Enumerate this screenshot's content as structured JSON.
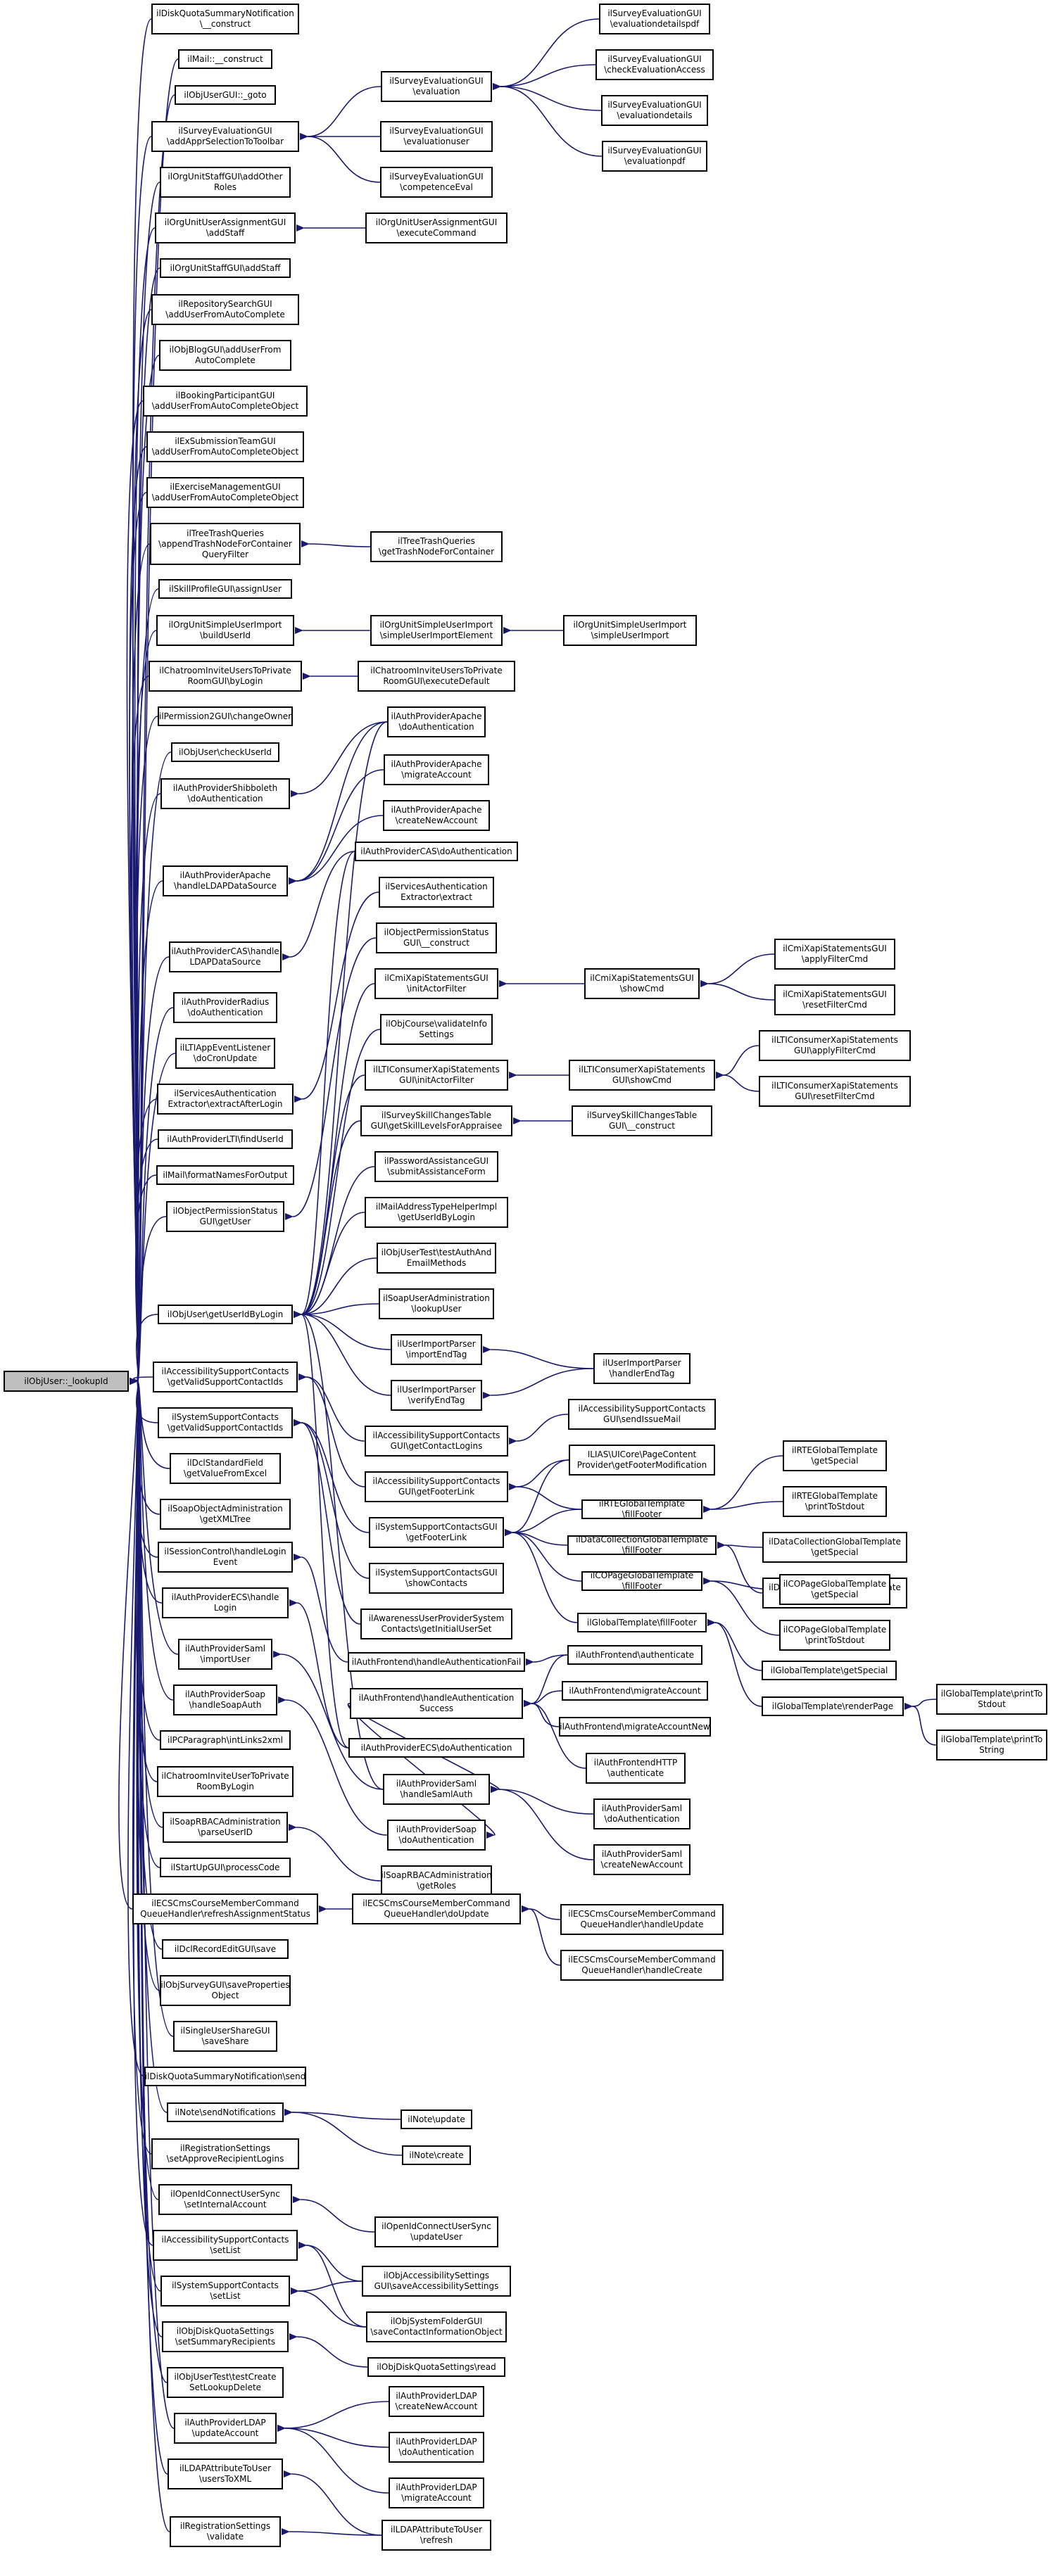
{
  "nodes": {
    "root": [
      "ilObjUser::_lookupId"
    ],
    "n1": [
      "ilDiskQuotaSummaryNotification",
      "\\__construct"
    ],
    "n2": [
      "ilMail::__construct"
    ],
    "n3": [
      "ilObjUserGUI::_goto"
    ],
    "n4": [
      "ilSurveyEvaluationGUI",
      "\\addApprSelectionToToolbar"
    ],
    "n5": [
      "ilOrgUnitStaffGUI\\addOther",
      "Roles"
    ],
    "n6": [
      "ilOrgUnitUserAssignmentGUI",
      "\\addStaff"
    ],
    "n7": [
      "ilOrgUnitStaffGUI\\addStaff"
    ],
    "n8": [
      "ilRepositorySearchGUI",
      "\\addUserFromAutoComplete"
    ],
    "n9": [
      "ilObjBlogGUI\\addUserFrom",
      "AutoComplete"
    ],
    "n10": [
      "ilBookingParticipantGUI",
      "\\addUserFromAutoCompleteObject"
    ],
    "n11": [
      "ilExSubmissionTeamGUI",
      "\\addUserFromAutoCompleteObject"
    ],
    "n12": [
      "ilExerciseManagementGUI",
      "\\addUserFromAutoCompleteObject"
    ],
    "n13": [
      "ilTreeTrashQueries",
      "\\appendTrashNodeForContainer",
      "QueryFilter"
    ],
    "n14": [
      "ilSkillProfileGUI\\assignUser"
    ],
    "n15": [
      "ilOrgUnitSimpleUserImport",
      "\\buildUserId"
    ],
    "n16": [
      "ilChatroomInviteUsersToPrivate",
      "RoomGUI\\byLogin"
    ],
    "n17": [
      "ilPermission2GUI\\changeOwner"
    ],
    "n18": [
      "ilObjUser\\checkUserId"
    ],
    "n19": [
      "ilAuthProviderShibboleth",
      "\\doAuthentication"
    ],
    "n20": [
      "ilAuthProviderApache",
      "\\handleLDAPDataSource"
    ],
    "n21": [
      "ilAuthProviderCAS\\handle",
      "LDAPDataSource"
    ],
    "n22": [
      "ilAuthProviderRadius",
      "\\doAuthentication"
    ],
    "n23": [
      "ilLTIAppEventListener",
      "\\doCronUpdate"
    ],
    "n24": [
      "ilServicesAuthentication",
      "Extractor\\extractAfterLogin"
    ],
    "n25": [
      "ilAuthProviderLTI\\findUserId"
    ],
    "n26": [
      "ilMail\\formatNamesForOutput"
    ],
    "n27": [
      "ilObjectPermissionStatus",
      "GUI\\getUser"
    ],
    "n28": [
      "ilObjUser\\getUserIdByLogin"
    ],
    "n29": [
      "ilAccessibilitySupportContacts",
      "\\getValidSupportContactIds"
    ],
    "n30": [
      "ilSystemSupportContacts",
      "\\getValidSupportContactIds"
    ],
    "n31": [
      "ilDclStandardField",
      "\\getValueFromExcel"
    ],
    "n32": [
      "ilSoapObjectAdministration",
      "\\getXMLTree"
    ],
    "n33": [
      "ilSessionControl\\handleLogin",
      "Event"
    ],
    "n34": [
      "ilAuthProviderECS\\handle",
      "Login"
    ],
    "n35": [
      "ilAuthProviderSaml",
      "\\importUser"
    ],
    "n36": [
      "ilAuthProviderSoap",
      "\\handleSoapAuth"
    ],
    "n37": [
      "ilPCParagraph\\intLinks2xml"
    ],
    "n38": [
      "ilChatroomInviteUserToPrivate",
      "RoomByLogin"
    ],
    "n39": [
      "ilSoapRBACAdministration",
      "\\parseUserID"
    ],
    "n40": [
      "ilStartUpGUI\\processCode"
    ],
    "n41": [
      "ilECSCmsCourseMemberCommand",
      "QueueHandler\\refreshAssignmentStatus"
    ],
    "n42": [
      "ilDclRecordEditGUI\\save"
    ],
    "n43": [
      "ilObjSurveyGUI\\saveProperties",
      "Object"
    ],
    "n44": [
      "ilSingleUserShareGUI",
      "\\saveShare"
    ],
    "n45": [
      "ilDiskQuotaSummaryNotification\\send"
    ],
    "n46": [
      "ilNote\\sendNotifications"
    ],
    "n47": [
      "ilRegistrationSettings",
      "\\setApproveRecipientLogins"
    ],
    "n48": [
      "ilOpenIdConnectUserSync",
      "\\setInternalAccount"
    ],
    "n49": [
      "ilAccessibilitySupportContacts",
      "\\setList"
    ],
    "n50": [
      "ilSystemSupportContacts",
      "\\setList"
    ],
    "n51": [
      "ilObjDiskQuotaSettings",
      "\\setSummaryRecipients"
    ],
    "n52": [
      "ilObjUserTest\\testCreate",
      "SetLookupDelete"
    ],
    "n53": [
      "ilAuthProviderLDAP",
      "\\updateAccount"
    ],
    "n54": [
      "ilLDAPAttributeToUser",
      "\\usersToXML"
    ],
    "n55": [
      "ilRegistrationSettings",
      "\\validate"
    ],
    "m1": [
      "ilSurveyEvaluationGUI",
      "\\evaluation"
    ],
    "m2": [
      "ilSurveyEvaluationGUI",
      "\\evaluationuser"
    ],
    "m3": [
      "ilSurveyEvaluationGUI",
      "\\competenceEval"
    ],
    "m4": [
      "ilOrgUnitUserAssignmentGUI",
      "\\executeCommand"
    ],
    "m5": [
      "ilTreeTrashQueries",
      "\\getTrashNodeForContainer"
    ],
    "m6": [
      "ilOrgUnitSimpleUserImport",
      "\\simpleUserImportElement"
    ],
    "m7": [
      "ilChatroomInviteUsersToPrivate",
      "RoomGUI\\executeDefault"
    ],
    "m8": [
      "ilAuthProviderApache",
      "\\doAuthentication"
    ],
    "m9": [
      "ilAuthProviderApache",
      "\\migrateAccount"
    ],
    "m10": [
      "ilAuthProviderApache",
      "\\createNewAccount"
    ],
    "m11": [
      "ilAuthProviderCAS\\doAuthentication"
    ],
    "m12": [
      "ilServicesAuthentication",
      "Extractor\\extract"
    ],
    "m13": [
      "ilObjectPermissionStatus",
      "GUI\\__construct"
    ],
    "m14": [
      "ilCmiXapiStatementsGUI",
      "\\initActorFilter"
    ],
    "m15": [
      "ilObjCourse\\validateInfo",
      "Settings"
    ],
    "m16": [
      "ilLTIConsumerXapiStatements",
      "GUI\\initActorFilter"
    ],
    "m17": [
      "ilSurveySkillChangesTable",
      "GUI\\getSkillLevelsForAppraisee"
    ],
    "m18": [
      "ilPasswordAssistanceGUI",
      "\\submitAssistanceForm"
    ],
    "m19": [
      "ilMailAddressTypeHelperImpl",
      "\\getUserIdByLogin"
    ],
    "m20": [
      "ilObjUserTest\\testAuthAnd",
      "EmailMethods"
    ],
    "m21": [
      "ilSoapUserAdministration",
      "\\lookupUser"
    ],
    "m22": [
      "ilUserImportParser",
      "\\importEndTag"
    ],
    "m23": [
      "ilUserImportParser",
      "\\verifyEndTag"
    ],
    "m24": [
      "ilAccessibilitySupportContacts",
      "GUI\\getContactLogins"
    ],
    "m25": [
      "ilAccessibilitySupportContacts",
      "GUI\\getFooterLink"
    ],
    "m26": [
      "ilSystemSupportContactsGUI",
      "\\getFooterLink"
    ],
    "m27": [
      "ilSystemSupportContactsGUI",
      "\\showContacts"
    ],
    "m28": [
      "ilAwarenessUserProviderSystem",
      "Contacts\\getInitialUserSet"
    ],
    "m29": [
      "ilAuthFrontend\\handleAuthenticationFail"
    ],
    "m30": [
      "ilAuthFrontend\\handleAuthentication",
      "Success"
    ],
    "m31": [
      "ilAuthProviderECS\\doAuthentication"
    ],
    "m32": [
      "ilAuthProviderSaml",
      "\\handleSamlAuth"
    ],
    "m33": [
      "ilAuthProviderSoap",
      "\\doAuthentication"
    ],
    "m34": [
      "ilSoapRBACAdministration",
      "\\getRoles"
    ],
    "m35": [
      "ilECSCmsCourseMemberCommand",
      "QueueHandler\\doUpdate"
    ],
    "m36": [
      "ilNote\\update"
    ],
    "m37": [
      "ilNote\\create"
    ],
    "m38": [
      "ilOpenIdConnectUserSync",
      "\\updateUser"
    ],
    "m39": [
      "ilObjAccessibilitySettings",
      "GUI\\saveAccessibilitySettings"
    ],
    "m40": [
      "ilObjSystemFolderGUI",
      "\\saveContactInformationObject"
    ],
    "m41": [
      "ilObjDiskQuotaSettings\\read"
    ],
    "m42": [
      "ilAuthProviderLDAP",
      "\\createNewAccount"
    ],
    "m43": [
      "ilAuthProviderLDAP",
      "\\doAuthentication"
    ],
    "m44": [
      "ilAuthProviderLDAP",
      "\\migrateAccount"
    ],
    "m45": [
      "ilLDAPAttributeToUser",
      "\\refresh"
    ],
    "r1": [
      "ilSurveyEvaluationGUI",
      "\\evaluationdetailspdf"
    ],
    "r2": [
      "ilSurveyEvaluationGUI",
      "\\checkEvaluationAccess"
    ],
    "r3": [
      "ilSurveyEvaluationGUI",
      "\\evaluationdetails"
    ],
    "r4": [
      "ilSurveyEvaluationGUI",
      "\\evaluationpdf"
    ],
    "r5": [
      "ilOrgUnitSimpleUserImport",
      "\\simpleUserImport"
    ],
    "r6": [
      "ilCmiXapiStatementsGUI",
      "\\showCmd"
    ],
    "r7": [
      "ilLTIConsumerXapiStatements",
      "GUI\\showCmd"
    ],
    "r8": [
      "ilSurveySkillChangesTable",
      "GUI\\__construct"
    ],
    "r9": [
      "ilUserImportParser",
      "\\handlerEndTag"
    ],
    "r10": [
      "ilAccessibilitySupportContacts",
      "GUI\\sendIssueMail"
    ],
    "r11": [
      "ILIAS\\UICore\\PageContent",
      "Provider\\getFooterModification"
    ],
    "r12": [
      "ilRTEGlobalTemplate",
      "\\fillFooter"
    ],
    "r13": [
      "ilDataCollectionGlobalTemplate",
      "\\fillFooter"
    ],
    "r14": [
      "ilCOPageGlobalTemplate",
      "\\fillFooter"
    ],
    "r15": [
      "ilGlobalTemplate\\fillFooter"
    ],
    "r16": [
      "ilAuthFrontend\\authenticate"
    ],
    "r17": [
      "ilAuthFrontend\\migrateAccount"
    ],
    "r18": [
      "ilAuthFrontend\\migrateAccountNew"
    ],
    "r19": [
      "ilAuthFrontendHTTP",
      "\\authenticate"
    ],
    "r20": [
      "ilAuthProviderSaml",
      "\\doAuthentication"
    ],
    "r21": [
      "ilAuthProviderSaml",
      "\\createNewAccount"
    ],
    "r22": [
      "ilECSCmsCourseMemberCommand",
      "QueueHandler\\handleUpdate"
    ],
    "r23": [
      "ilECSCmsCourseMemberCommand",
      "QueueHandler\\handleCreate"
    ],
    "s1": [
      "ilCmiXapiStatementsGUI",
      "\\applyFilterCmd"
    ],
    "s2": [
      "ilCmiXapiStatementsGUI",
      "\\resetFilterCmd"
    ],
    "s3": [
      "ilLTIConsumerXapiStatements",
      "GUI\\applyFilterCmd"
    ],
    "s4": [
      "ilLTIConsumerXapiStatements",
      "GUI\\resetFilterCmd"
    ],
    "s5": [
      "ilRTEGlobalTemplate",
      "\\getSpecial"
    ],
    "s6": [
      "ilRTEGlobalTemplate",
      "\\printToStdout"
    ],
    "s7": [
      "ilDataCollectionGlobalTemplate",
      "\\getSpecial"
    ],
    "s8": [
      "ilDataCollectionGlobalTemplate",
      "\\printToStdout"
    ],
    "s9": [
      "ilCOPageGlobalTemplate",
      "\\getSpecial"
    ],
    "s10": [
      "ilCOPageGlobalTemplate",
      "\\printToStdout"
    ],
    "s11": [
      "ilGlobalTemplate\\getSpecial"
    ],
    "s12": [
      "ilGlobalTemplate\\renderPage"
    ],
    "t1": [
      "ilGlobalTemplate\\printTo",
      "Stdout"
    ],
    "t2": [
      "ilGlobalTemplate\\printTo",
      "String"
    ]
  },
  "colors": {
    "edge": "#191970",
    "border": "#000000",
    "root_fill": "#bfbfbf"
  }
}
